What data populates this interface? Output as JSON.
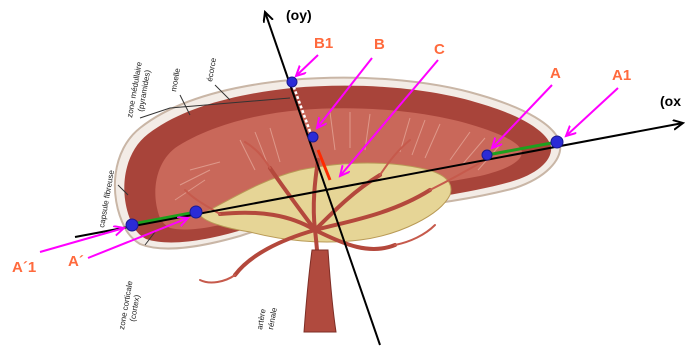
{
  "axes": {
    "ox": "(ox",
    "oy": "(oy)"
  },
  "points": {
    "B1": "B1",
    "B": "B",
    "C": "C",
    "A": "A",
    "A1": "A1",
    "A_prime": "A´",
    "A1_prime": "A´1"
  },
  "anatomy": {
    "medulla": "moelle",
    "cortex_top": "écorce",
    "medullary_zone": "zone médullaire",
    "pyramids": "(pyramides)",
    "fibrous_capsule": "capsule fibreuse",
    "cortical_zone": "zone corticale",
    "cortex_paren": "(cortex)",
    "artery": "artère",
    "renal": "rénale"
  },
  "colors": {
    "axis": "#000000",
    "magenta": "#ff00ff",
    "orange": "#ff6a3d",
    "point": "#2b2bd6",
    "capsule": "#f2f2f2",
    "cortex": "#a8443a",
    "medulla_zone": "#c86458",
    "pelvis": "#e8d9a0",
    "artery": "#b04a3e"
  }
}
